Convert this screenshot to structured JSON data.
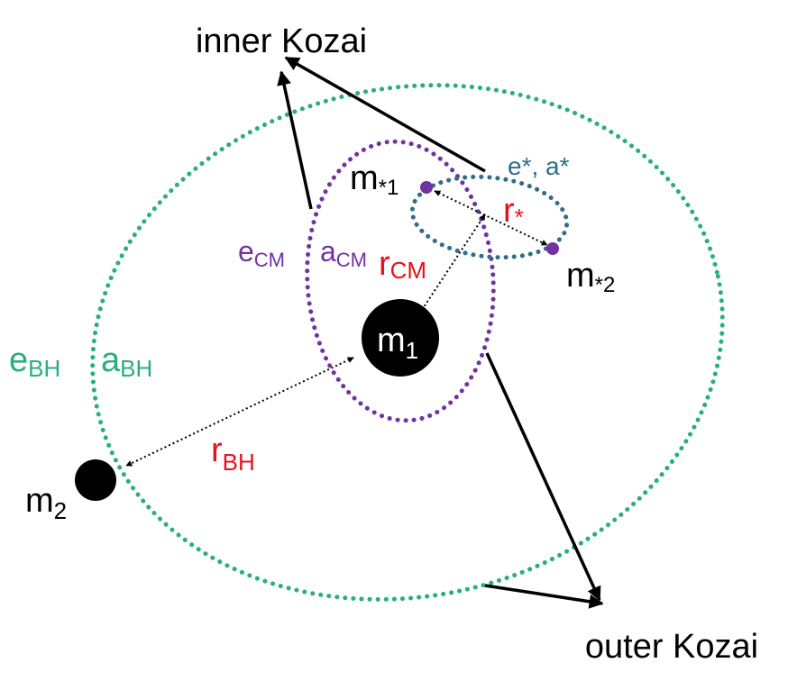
{
  "colors": {
    "green": "#2aae7b",
    "purple": "#7232a0",
    "blue": "#2f6d8c",
    "red": "#e8101a",
    "black": "#000000",
    "white": "#ffffff"
  },
  "labels": {
    "inner_kozai": "inner Kozai",
    "outer_kozai": "outer Kozai",
    "e_star_a_star": "e*, a*",
    "m_star1": {
      "base": "m",
      "sub": "*1"
    },
    "m_star2": {
      "base": "m",
      "sub": "*2"
    },
    "r_star": {
      "base": "r",
      "sub": "*"
    },
    "e_cm": {
      "base": "e",
      "sub": "CM"
    },
    "a_cm": {
      "base": "a",
      "sub": "CM"
    },
    "r_cm": {
      "base": "r",
      "sub": "CM"
    },
    "m1": {
      "base": "m",
      "sub": "1"
    },
    "e_bh": {
      "base": "e",
      "sub": "BH"
    },
    "a_bh": {
      "base": "a",
      "sub": "BH"
    },
    "r_bh": {
      "base": "r",
      "sub": "BH"
    },
    "m2": {
      "base": "m",
      "sub": "2"
    }
  }
}
